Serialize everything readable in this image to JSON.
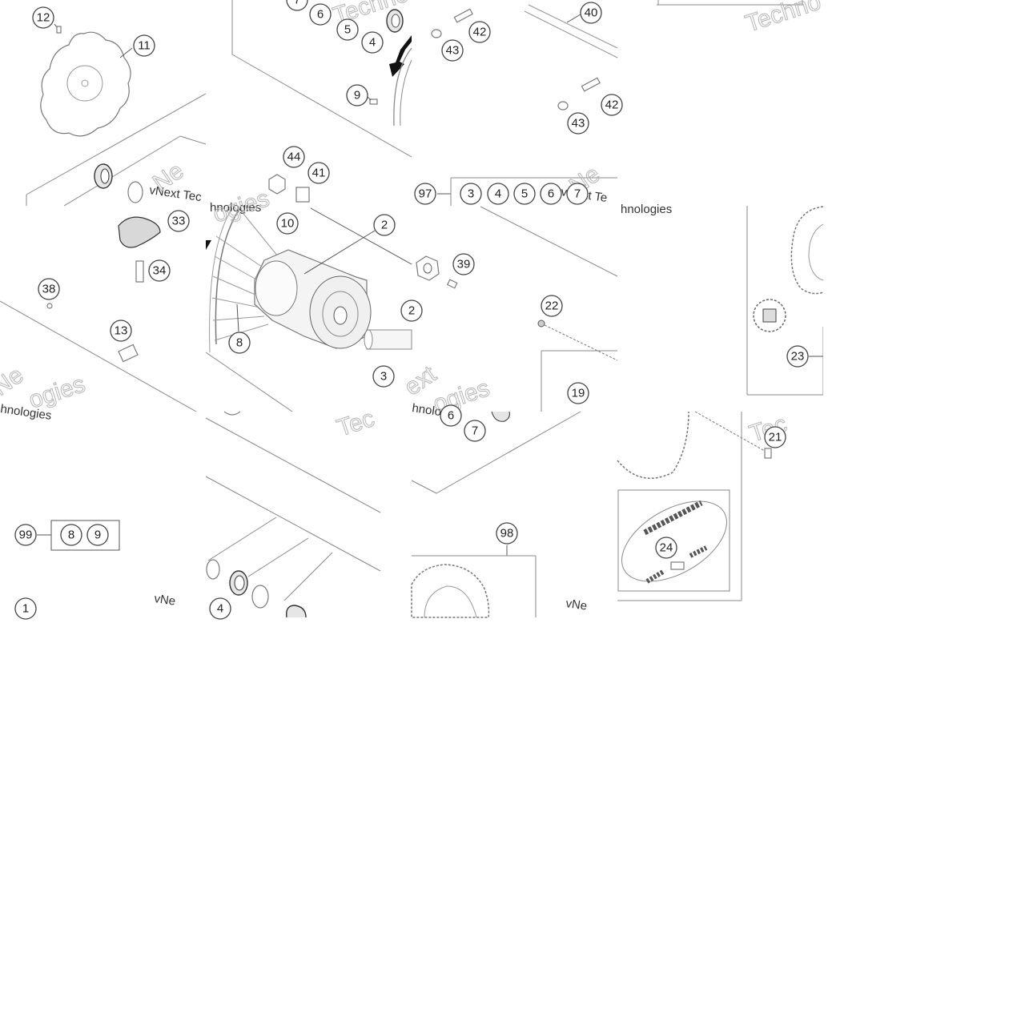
{
  "callouts": [
    {
      "id": "c1",
      "label": "12"
    },
    {
      "id": "c2",
      "label": "11"
    },
    {
      "id": "c3",
      "label": "7"
    },
    {
      "id": "c4",
      "label": "6"
    },
    {
      "id": "c5",
      "label": "5"
    },
    {
      "id": "c6",
      "label": "4"
    },
    {
      "id": "c7",
      "label": "9"
    },
    {
      "id": "c8",
      "label": "40"
    },
    {
      "id": "c9",
      "label": "42"
    },
    {
      "id": "c10",
      "label": "43"
    },
    {
      "id": "c11",
      "label": "42"
    },
    {
      "id": "c12",
      "label": "43"
    },
    {
      "id": "c13",
      "label": "44"
    },
    {
      "id": "c14",
      "label": "41"
    },
    {
      "id": "c15",
      "label": "97"
    },
    {
      "id": "c16",
      "label": "3"
    },
    {
      "id": "c17",
      "label": "4"
    },
    {
      "id": "c18",
      "label": "5"
    },
    {
      "id": "c19",
      "label": "6"
    },
    {
      "id": "c20",
      "label": "7"
    },
    {
      "id": "c21",
      "label": "33"
    },
    {
      "id": "c22",
      "label": "34"
    },
    {
      "id": "c23",
      "label": "38"
    },
    {
      "id": "c24",
      "label": "13"
    },
    {
      "id": "c25",
      "label": "10"
    },
    {
      "id": "c26",
      "label": "2"
    },
    {
      "id": "c27",
      "label": "8"
    },
    {
      "id": "c28",
      "label": "3"
    },
    {
      "id": "c29",
      "label": "39"
    },
    {
      "id": "c30",
      "label": "2"
    },
    {
      "id": "c31",
      "label": "22"
    },
    {
      "id": "c32",
      "label": "19"
    },
    {
      "id": "c33",
      "label": "23"
    },
    {
      "id": "c34",
      "label": "6"
    },
    {
      "id": "c35",
      "label": "7"
    },
    {
      "id": "c36",
      "label": "21"
    },
    {
      "id": "c37",
      "label": "99"
    },
    {
      "id": "c38",
      "label": "8"
    },
    {
      "id": "c39",
      "label": "9"
    },
    {
      "id": "c40",
      "label": "1"
    },
    {
      "id": "c41",
      "label": "4"
    },
    {
      "id": "c42",
      "label": "98"
    },
    {
      "id": "c43",
      "label": "24"
    }
  ],
  "watermarks": {
    "serif_1": "vNext Tec",
    "serif_2": "hnologies",
    "serif_3": "vNext Te",
    "serif_4": "hnologies",
    "serif_5": "hnologies",
    "serif_6": "vNe",
    "serif_7": "vNe",
    "serif_8": "hnolog",
    "outline_1": "Techno",
    "outline_2": "Techno",
    "outline_3": "Techno",
    "outline_4": "Ne",
    "outline_5": "xt",
    "outline_6": "ogies",
    "outline_7": "ext",
    "outline_8": "Tec",
    "outline_9": "nologies",
    "outline_10": "Tec",
    "outline_11": "Ne"
  },
  "colors": {
    "line": "#555555",
    "callout_stroke": "#444444",
    "arrow": "#111111"
  }
}
